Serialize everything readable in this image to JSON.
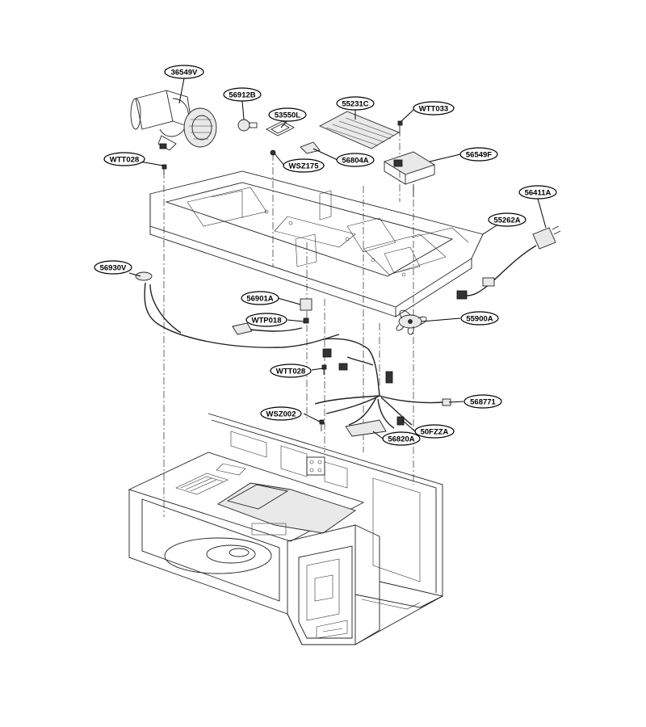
{
  "labels": [
    {
      "name": "label-36549v",
      "text": "36549V"
    },
    {
      "name": "label-56912b",
      "text": "56912B"
    },
    {
      "name": "label-53550l",
      "text": "53550L"
    },
    {
      "name": "label-55231c",
      "text": "55231C"
    },
    {
      "name": "label-wtt033",
      "text": "WTT033"
    },
    {
      "name": "label-56804a",
      "text": "56804A"
    },
    {
      "name": "label-wtt028-top",
      "text": "WTT028"
    },
    {
      "name": "label-wsz175",
      "text": "WSZ175"
    },
    {
      "name": "label-56549f",
      "text": "56549F"
    },
    {
      "name": "label-56411a",
      "text": "56411A"
    },
    {
      "name": "label-55262a",
      "text": "55262A"
    },
    {
      "name": "label-56930v",
      "text": "56930V"
    },
    {
      "name": "label-56901a",
      "text": "56901A"
    },
    {
      "name": "label-wtp018",
      "text": "WTP018"
    },
    {
      "name": "label-55900a",
      "text": "55900A"
    },
    {
      "name": "label-wtt028-mid",
      "text": "WTT028"
    },
    {
      "name": "label-568771",
      "text": "568771"
    },
    {
      "name": "label-wsz002",
      "text": "WSZ002"
    },
    {
      "name": "label-50fzza",
      "text": "50FZZA"
    },
    {
      "name": "label-56820a",
      "text": "56820A"
    }
  ]
}
